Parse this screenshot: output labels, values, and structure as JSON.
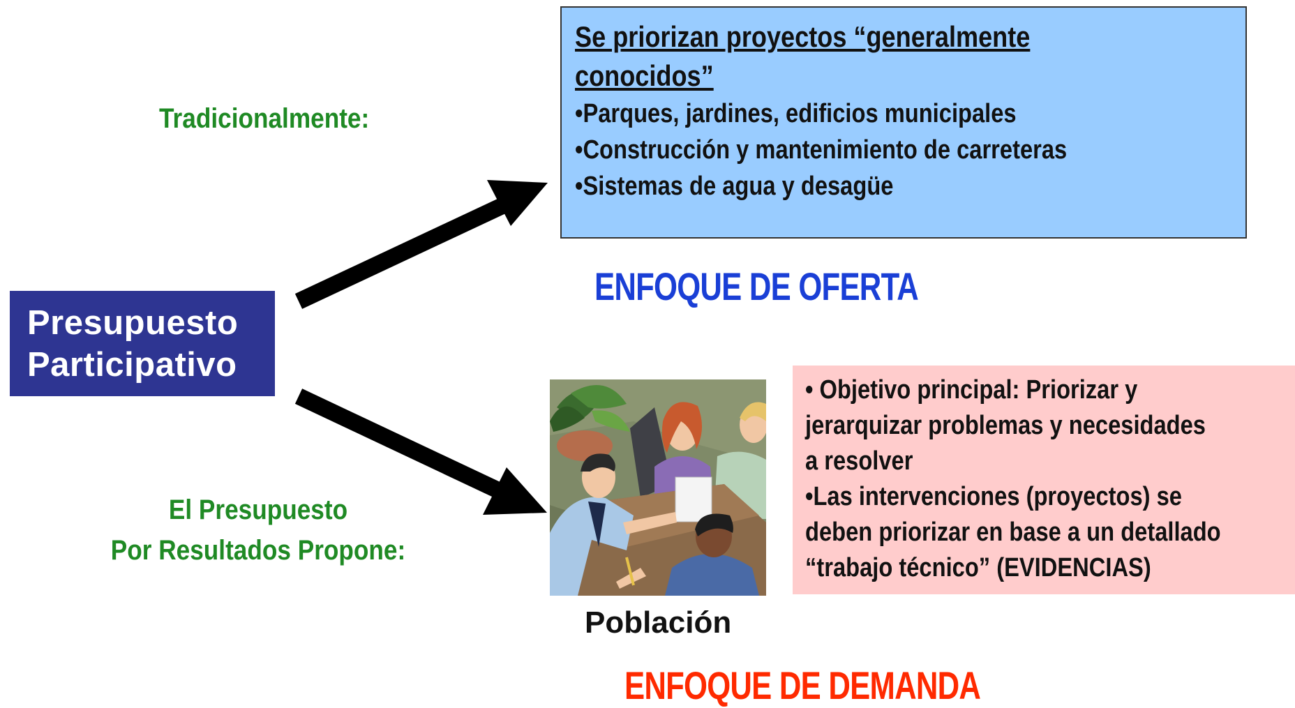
{
  "central_box": {
    "line1": "Presupuesto",
    "line2": "Participativo"
  },
  "traditional_label": "Tradicionalmente:",
  "results_label": {
    "line1": "El Presupuesto",
    "line2": "Por Resultados Propone:"
  },
  "supply_box": {
    "title_line1": "Se priorizan proyectos “generalmente",
    "title_line2": "conocidos”",
    "items": [
      "•Parques, jardines, edificios municipales",
      "•Construcción y mantenimiento de carreteras",
      "•Sistemas de agua y desagüe"
    ]
  },
  "supply_heading": "ENFOQUE DE OFERTA",
  "demand_box": {
    "lines": [
      "• Objetivo principal: Priorizar y",
      "jerarquizar problemas y necesidades",
      "a resolver",
      "•Las intervenciones (proyectos) se",
      "deben priorizar en base a un detallado",
      "“trabajo técnico” (EVIDENCIAS)"
    ]
  },
  "population_caption": "Población",
  "demand_heading": "ENFOQUE DE DEMANDA",
  "colors": {
    "central_box": "#2e3592",
    "label_green": "#1f8a24",
    "supply_box": "#99ccff",
    "supply_heading": "#1a3fd6",
    "demand_box": "#ffcccc",
    "demand_heading": "#ff2a00"
  },
  "icons": [
    "arrow-up-right",
    "arrow-down-right",
    "meeting-illustration"
  ]
}
